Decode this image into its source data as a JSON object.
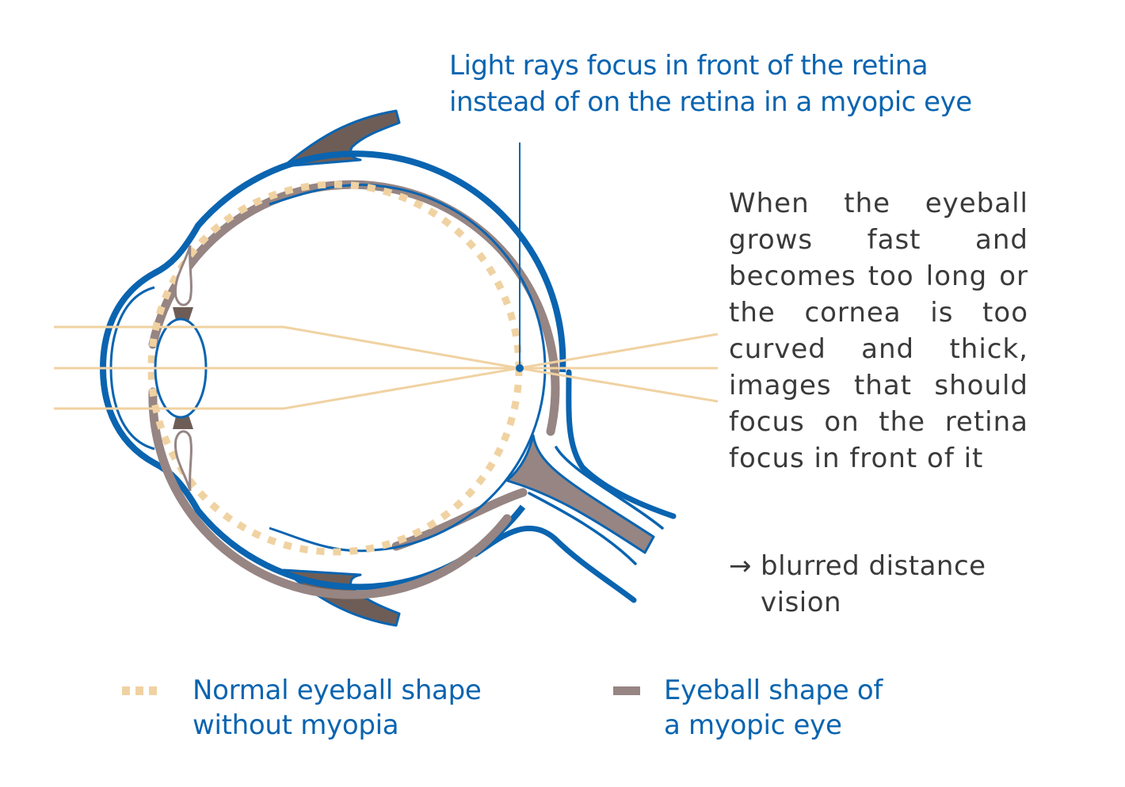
{
  "callout": {
    "lines": [
      "Light rays focus in front of the retina",
      "instead of on the retina in a myopic eye"
    ]
  },
  "description": {
    "text": "When the eyeball grows fast and becomes too long or the cornea is too curved and thick, images that should focus on the retina focus in front of it",
    "result_arrow": "→",
    "result_line1": "blurred distance",
    "result_line2": "vision"
  },
  "legend": [
    {
      "id": "normal",
      "swatch": "dotted",
      "color": "#f0d2a2",
      "lines": [
        "Normal eyeball shape",
        "without myopia"
      ]
    },
    {
      "id": "myopic",
      "swatch": "solid",
      "color": "#968583",
      "lines": [
        "Eyeball shape of",
        "a myopic eye"
      ]
    }
  ],
  "colors": {
    "blue": "#0a64b0",
    "myopic_shape": "#968583",
    "normal_shape": "#f0d2a2",
    "muscle": "#6e5d56",
    "light_ray": "#f0d2a2",
    "body_text": "#3a3a3a"
  },
  "diagram": {
    "subject": "cross-section of a myopic eye",
    "focal_point": "in front of the retina",
    "light_rays": 3
  }
}
